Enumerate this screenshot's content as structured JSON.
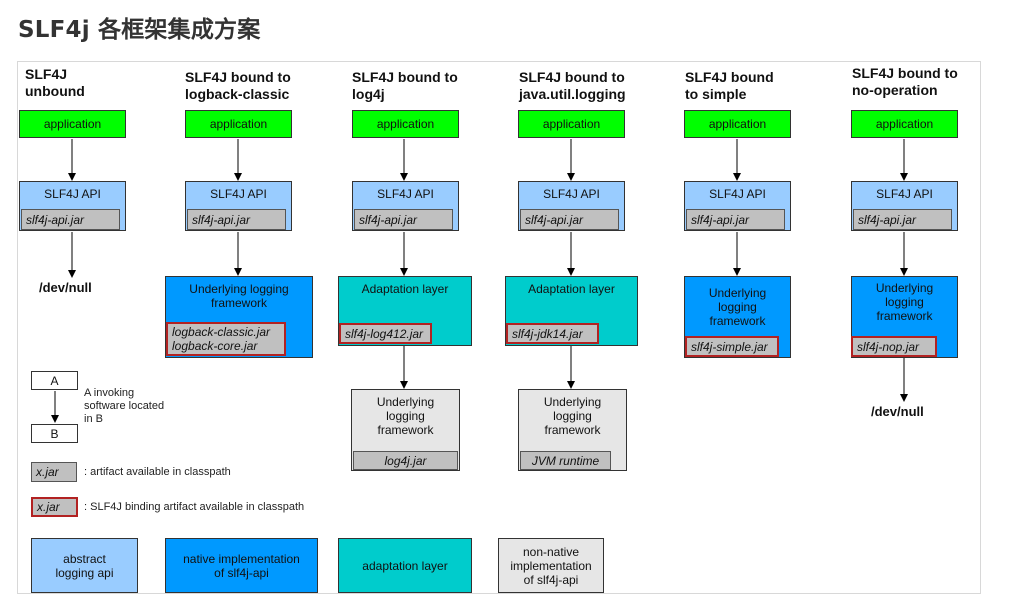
{
  "page": {
    "title": "SLF4j 各框架集成方案"
  },
  "columns": [
    {
      "heading": "SLF4J\nunbound",
      "application": "application",
      "api": "SLF4J API",
      "api_jar": "slf4j-api.jar",
      "devnull": "/dev/null"
    },
    {
      "heading": "SLF4J bound to\nlogback-classic",
      "application": "application",
      "api": "SLF4J API",
      "api_jar": "slf4j-api.jar",
      "framework": "Underlying logging\nframework",
      "jar1": "logback-classic.jar",
      "jar2": "logback-core.jar"
    },
    {
      "heading": "SLF4J bound to\nlog4j",
      "application": "application",
      "api": "SLF4J API",
      "api_jar": "slf4j-api.jar",
      "adaptation": "Adaptation layer",
      "adapt_jar": "slf4j-log412.jar",
      "framework": "Underlying\nlogging\nframework",
      "framework_jar": "log4j.jar"
    },
    {
      "heading": "SLF4J bound to\njava.util.logging",
      "application": "application",
      "api": "SLF4J API",
      "api_jar": "slf4j-api.jar",
      "adaptation": "Adaptation layer",
      "adapt_jar": "slf4j-jdk14.jar",
      "framework": "Underlying\nlogging\nframework",
      "framework_jar": "JVM runtime"
    },
    {
      "heading": "SLF4J bound\nto simple",
      "application": "application",
      "api": "SLF4J API",
      "api_jar": "slf4j-api.jar",
      "framework": "Underlying\nlogging\nframework",
      "framework_jar": "slf4j-simple.jar"
    },
    {
      "heading": "SLF4J bound to\nno-operation",
      "application": "application",
      "api": "SLF4J API",
      "api_jar": "slf4j-api.jar",
      "framework": "Underlying\nlogging\nframework",
      "framework_jar": "slf4j-nop.jar",
      "devnull": "/dev/null"
    }
  ],
  "legend": {
    "box_a": "A",
    "box_b": "B",
    "invoking_text": "A invoking\nsoftware located\nin B",
    "jar_sample": "x.jar",
    "jar_text": ": artifact available in classpath",
    "binding_sample": "x.jar",
    "binding_text": ": SLF4J binding artifact available in classpath",
    "swatch_abstract": "abstract\nlogging api",
    "swatch_native": "native implementation\nof slf4j-api",
    "swatch_adaptation": "adaptation layer",
    "swatch_nonnative": "non-native\nimplementation\nof slf4j-api"
  },
  "colors": {
    "application": "#00ff00",
    "abstract_api": "#99ccff",
    "native_impl": "#0099ff",
    "adaptation": "#00cccc",
    "non_native": "#e6e6e6",
    "jar": "#c0c0c0",
    "binding_border": "#b22222"
  }
}
